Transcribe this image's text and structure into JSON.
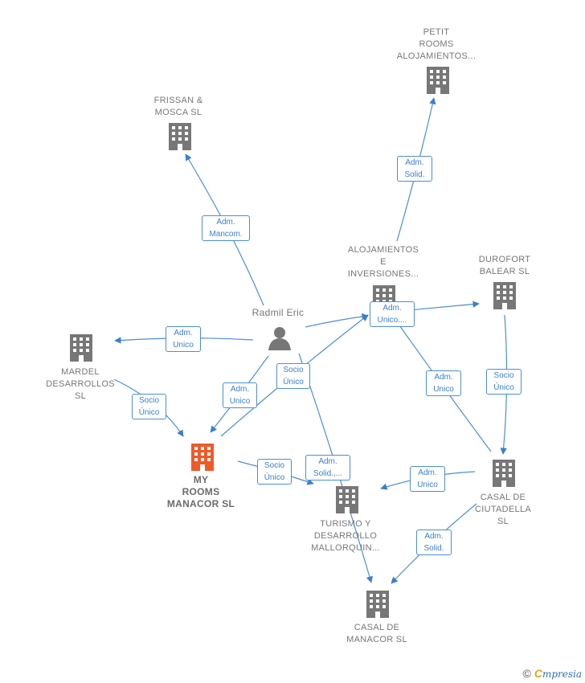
{
  "colors": {
    "edge": "#4a8fd8",
    "company": "#777777",
    "main_company": "#f05a28"
  },
  "person": {
    "name": "Radmil Eric",
    "icon": "person-icon"
  },
  "companies": {
    "petit": [
      "PETIT",
      "ROOMS",
      "ALOJAMIENTOS..."
    ],
    "frissan": [
      "FRISSAN &",
      "MOSCA SL"
    ],
    "alojamientos": [
      "ALOJAMIENTOS",
      "E",
      "INVERSIONES..."
    ],
    "durofort": [
      "DUROFORT",
      "BALEAR SL"
    ],
    "mardel": [
      "MARDEL",
      "DESARROLLOS",
      "SL"
    ],
    "my_rooms": [
      "MY",
      "ROOMS",
      "MANACOR SL"
    ],
    "turismo": [
      "TURISMO Y",
      "DESARROLLO",
      "MALLORQUIN..."
    ],
    "casal_ciutadella": [
      "CASAL DE",
      "CIUTADELLA",
      "SL"
    ],
    "casal_manacor": [
      "CASAL DE",
      "MANACOR SL"
    ]
  },
  "edges": {
    "aloj_petit": [
      "Adm.",
      "Solid."
    ],
    "eric_frissan": [
      "Adm.",
      "Mancom."
    ],
    "eric_mardel": [
      "Adm.",
      "Unico"
    ],
    "eric_aloj": [
      "Adm.",
      "Unico...."
    ],
    "eric_socio": [
      "Socio",
      "Único"
    ],
    "eric_myrooms": [
      "Adm.",
      "Unico"
    ],
    "mardel_myrooms": [
      "Socio",
      "Único"
    ],
    "myrooms_turismo": [
      "Socio",
      "Único"
    ],
    "eric_turismo": [
      "Adm.",
      "Solid.,..."
    ],
    "ciut_aloj": [
      "Adm.",
      "Unico"
    ],
    "durofort_ciut": [
      "Socio",
      "Único"
    ],
    "ciut_turismo": [
      "Adm.",
      "Unico"
    ],
    "ciut_manacor": [
      "Adm.",
      "Solid."
    ]
  },
  "footer": {
    "copyright": "©",
    "brand_first": "C",
    "brand_rest": "mpresia"
  }
}
